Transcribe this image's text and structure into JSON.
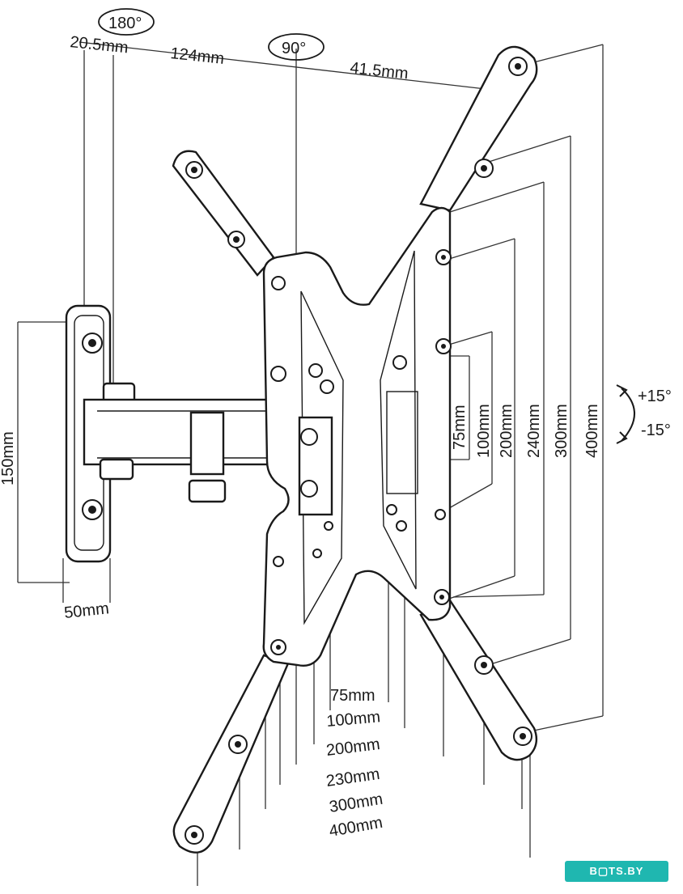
{
  "top_dims": {
    "d1": "20.5mm",
    "d2": "124mm",
    "d3": "41.5mm"
  },
  "angles": {
    "swivel_180": "180°",
    "swivel_90": "90°",
    "tilt_up": "+15°",
    "tilt_down": "-15°"
  },
  "wall_plate_dims": {
    "height": "150mm",
    "width": "50mm"
  },
  "vertical_vesa": [
    "75mm",
    "100mm",
    "200mm",
    "240mm",
    "300mm",
    "400mm"
  ],
  "horizontal_vesa": [
    "75mm",
    "100mm",
    "200mm",
    "230mm",
    "300mm",
    "400mm"
  ],
  "watermark": "B▢TS.BY",
  "colors": {
    "line": "#1a1a1a",
    "watermark": "#1fb7b0"
  }
}
